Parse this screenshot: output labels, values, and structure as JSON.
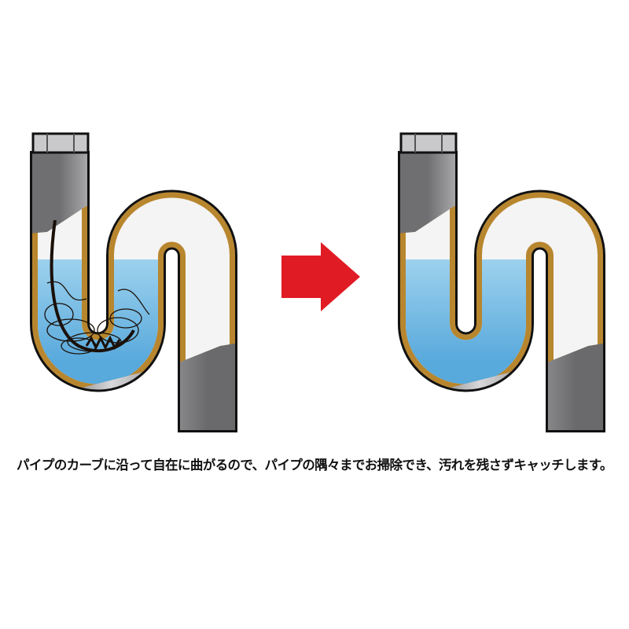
{
  "caption": "パイプのカーブに沿って自在に曲がるので、パイプの隅々までお掃除でき、汚れを残さずキャッチします。",
  "colors": {
    "pipe_gray": "#9a9a9c",
    "rust": "#b8862e",
    "water": "#9fd2ee",
    "arrow": "#e01b24",
    "hair": "#1a1008"
  },
  "panels": [
    {
      "name": "before",
      "state": "clogged with hair"
    },
    {
      "name": "after",
      "state": "clean"
    }
  ],
  "icons": {
    "arrow": "right-arrow-icon"
  }
}
